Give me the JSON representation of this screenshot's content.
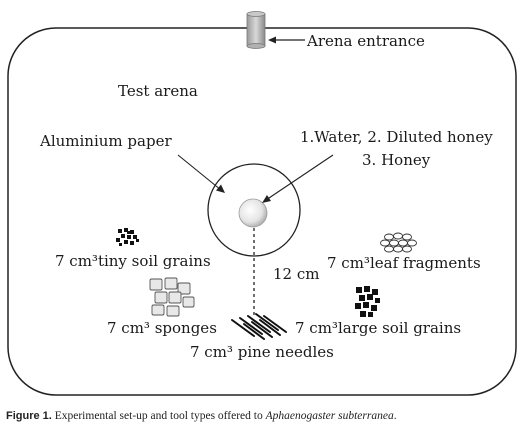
{
  "labels": {
    "arena_entrance": "Arena entrance",
    "test_arena": "Test arena",
    "aluminium_paper": "Aluminium paper",
    "options_line1": "1.Water, 2. Diluted honey",
    "options_line2": "3. Honey",
    "distance": "12 cm",
    "tiny_soil": "7 cm³tiny soil grains",
    "leaf_fragments": "7 cm³leaf fragments",
    "sponges": "7 cm³ sponges",
    "large_soil": "7 cm³large soil grains",
    "pine_needles": "7 cm³ pine needles"
  },
  "caption": {
    "label": "Figure 1.",
    "text": "Experimental set-up and tool types offered to",
    "species": "Aphaenogaster subterranea",
    "end": "."
  }
}
